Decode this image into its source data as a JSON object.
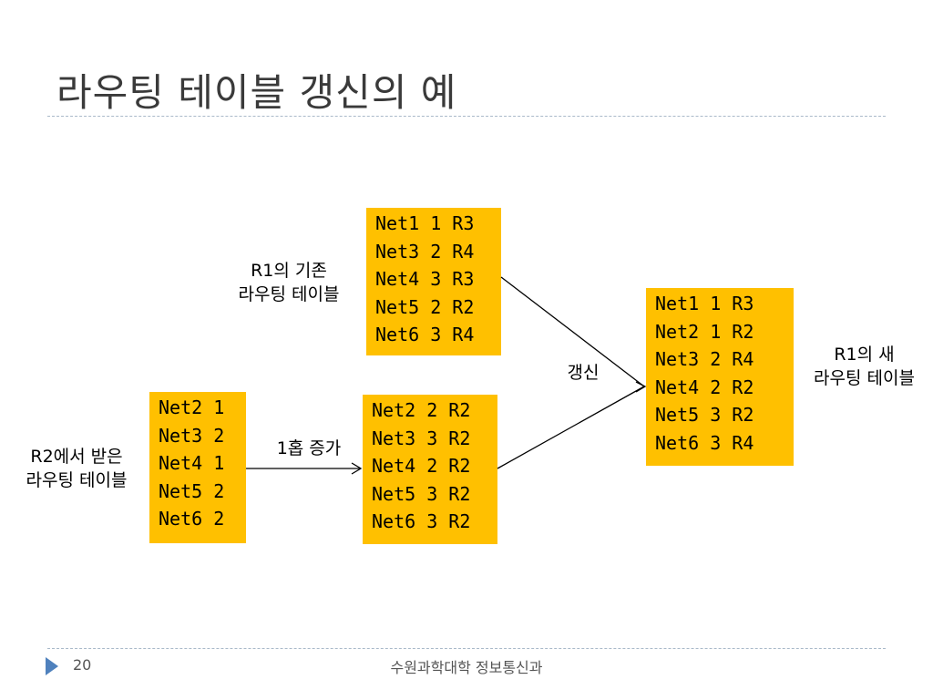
{
  "slide": {
    "title": "라우팅 테이블 갱신의 예",
    "page_number": "20",
    "footer": "수원과학대학 정보통신과"
  },
  "tables": {
    "r1_existing": {
      "caption_lines": [
        "R1의 기존",
        "라우팅 테이블"
      ],
      "rows": [
        "Net1 1 R3",
        "Net3 2 R4",
        "Net4 3 R3",
        "Net5 2 R2",
        "Net6 3 R4"
      ]
    },
    "r2_received": {
      "caption_lines": [
        "R2에서 받은",
        "라우팅 테이블"
      ],
      "rows": [
        "Net2 1",
        "Net3 2",
        "Net4 1",
        "Net5 2",
        "Net6 2"
      ]
    },
    "hop_incremented": {
      "rows": [
        "Net2 2 R2",
        "Net3 3 R2",
        "Net4 2 R2",
        "Net5 3 R2",
        "Net6 3 R2"
      ]
    },
    "r1_new": {
      "caption_lines": [
        "R1의 새",
        "라우팅 테이블"
      ],
      "rows": [
        "Net1 1 R3",
        "Net2 1 R2",
        "Net3 2 R4",
        "Net4 2 R2",
        "Net5 3 R2",
        "Net6 3 R4"
      ]
    }
  },
  "labels": {
    "hop_increase": "1홉 증가",
    "update": "갱신"
  },
  "colors": {
    "table_fill": "#ffc000",
    "footer_marker": "#4f81bd",
    "rule": "#a9b9c9"
  }
}
